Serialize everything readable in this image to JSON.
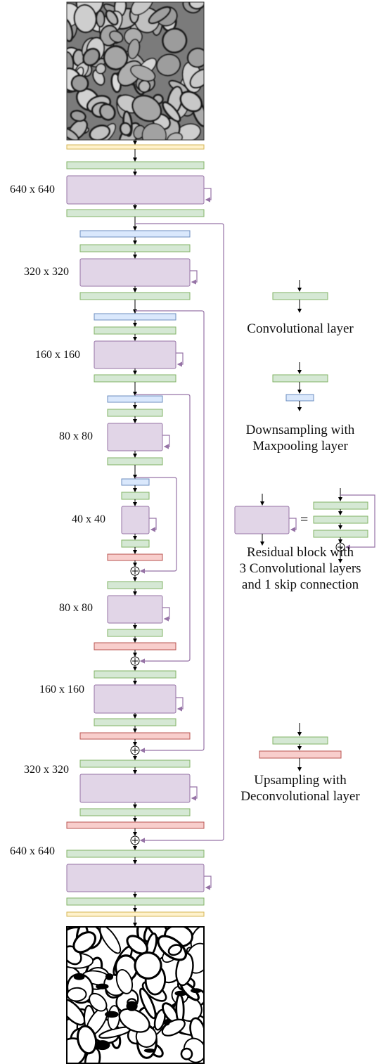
{
  "colors": {
    "conv_fill": "#d5e8d4",
    "conv_stroke": "#82b366",
    "pool_fill": "#dae8fc",
    "pool_stroke": "#6c8ebf",
    "res_fill": "#e1d5e7",
    "res_stroke": "#9673a6",
    "up_fill": "#f8cecc",
    "up_stroke": "#b85450",
    "io_fill": "#fff2cc",
    "io_stroke": "#d6b656",
    "arrow": "#000000",
    "skip": "#9673a6"
  },
  "level_labels": [
    "640 x 640",
    "320 x 320",
    "160 x 160",
    "80 x 80",
    "40 x 40",
    "80 x 80",
    "160 x 160",
    "320 x 320",
    "640 x 640"
  ],
  "legend": {
    "conv": "Convolutional layer",
    "pool_line1": "Downsampling with",
    "pool_line2": "Maxpooling layer",
    "res_line1": "Residual block with",
    "res_line2": "3 Convolutional layers",
    "res_line3": "and 1 skip connection",
    "res_equals": "=",
    "up_line1": "Upsampling with",
    "up_line2": "Deconvolutional layer"
  },
  "images": {
    "input": "electron-microscopy-input",
    "output": "segmentation-output"
  },
  "icons": {
    "add": "plus-circle-icon"
  }
}
